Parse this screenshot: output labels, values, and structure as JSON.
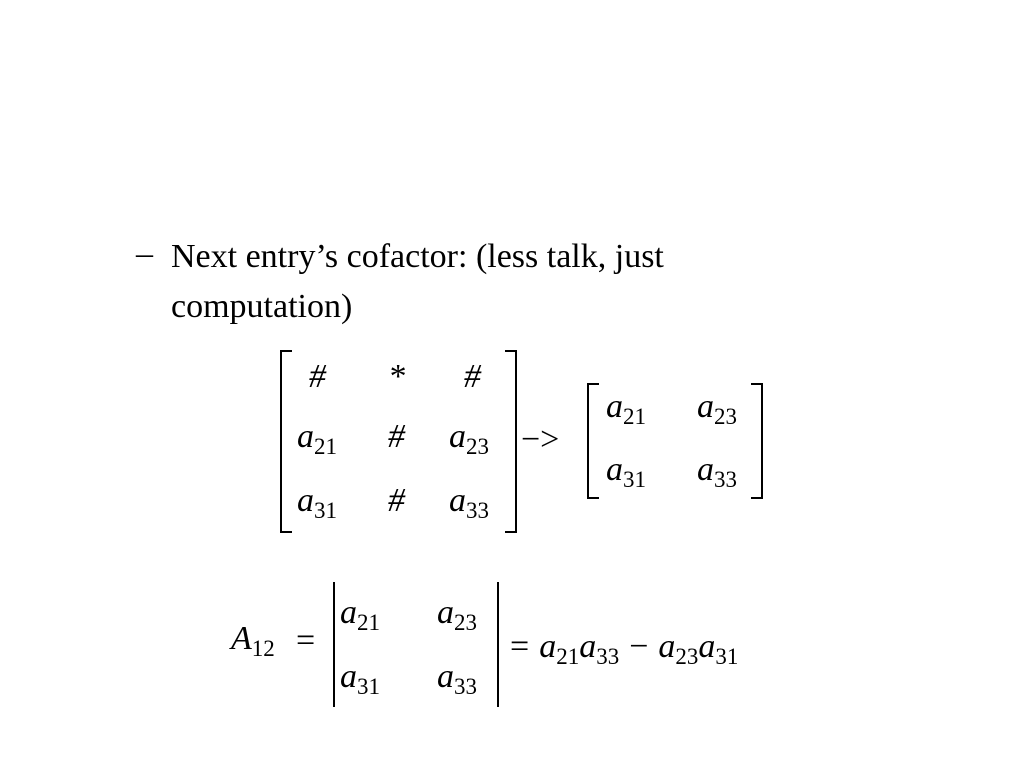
{
  "bullet": {
    "marker": "–",
    "text": "Next entry’s cofactor: (less talk, just computation)"
  },
  "matrix_3x3": {
    "rows": [
      [
        {
          "base": "#"
        },
        {
          "base": "*"
        },
        {
          "base": "#"
        }
      ],
      [
        {
          "base": "a",
          "sub": "21"
        },
        {
          "base": "#"
        },
        {
          "base": "a",
          "sub": "23"
        }
      ],
      [
        {
          "base": "a",
          "sub": "31"
        },
        {
          "base": "#"
        },
        {
          "base": "a",
          "sub": "33"
        }
      ]
    ]
  },
  "arrow": "−>",
  "matrix_2x2": {
    "rows": [
      [
        {
          "base": "a",
          "sub": "21"
        },
        {
          "base": "a",
          "sub": "23"
        }
      ],
      [
        {
          "base": "a",
          "sub": "31"
        },
        {
          "base": "a",
          "sub": "33"
        }
      ]
    ]
  },
  "cofactor": {
    "symbol": "A",
    "symbol_sub": "12",
    "equals": "=",
    "det_rows": [
      [
        {
          "base": "a",
          "sub": "21"
        },
        {
          "base": "a",
          "sub": "23"
        }
      ],
      [
        {
          "base": "a",
          "sub": "31"
        },
        {
          "base": "a",
          "sub": "33"
        }
      ]
    ],
    "result_equals": "=",
    "term1": [
      {
        "base": "a",
        "sub": "21"
      },
      {
        "base": "a",
        "sub": "33"
      }
    ],
    "minus": "−",
    "term2": [
      {
        "base": "a",
        "sub": "23"
      },
      {
        "base": "a",
        "sub": "31"
      }
    ]
  }
}
